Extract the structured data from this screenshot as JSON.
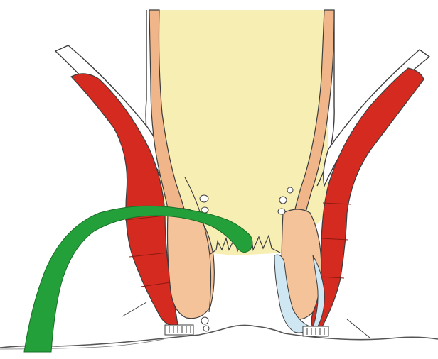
{
  "diagram": {
    "colors": {
      "background": "#ffffff",
      "lumen": "#f7eeb4",
      "muscle_red": "#d42a20",
      "muscle_orange": "#f0b68a",
      "muscle_inner": "#f4c39a",
      "tract_green": "#23a03a",
      "glands_blue": "#cfe6f3",
      "outline": "#3d3d3d"
    },
    "icons": [
      "fistula-tract",
      "anal-gland",
      "skin-line",
      "levator-muscle",
      "external-sphincter",
      "internal-sphincter"
    ]
  }
}
